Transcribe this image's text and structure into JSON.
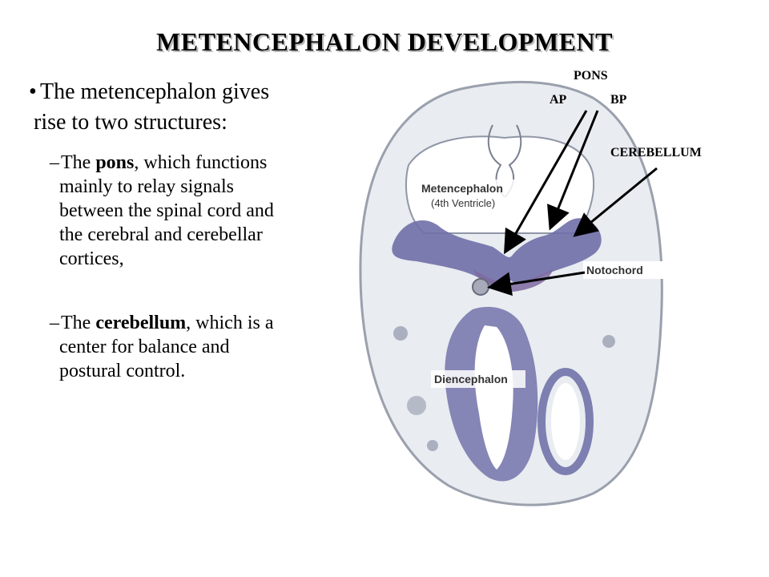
{
  "slide": {
    "title": "METENCEPHALON DEVELOPMENT",
    "bullet": "The metencephalon gives rise to two structures:",
    "bullet_line1": "The metencephalon gives",
    "bullet_line2": "rise to two structures:",
    "sub1": {
      "pre": "The ",
      "bold": "pons",
      "line1_rest": ", which functions",
      "line2": "mainly to relay signals",
      "line3": "between the spinal cord and",
      "line4": "the cerebral and cerebellar",
      "line5": "cortices,"
    },
    "sub2": {
      "pre": "The ",
      "bold": "cerebellum",
      "line1_rest": ", which is a",
      "line2": "center for balance and",
      "line3": "postural control."
    }
  },
  "figure": {
    "labels": {
      "pons": "PONS",
      "ap": "AP",
      "bp": "BP",
      "cerebellum": "CEREBELLUM"
    },
    "image_labels": {
      "metencephalon": "Metencephalon",
      "ventricle": "(4th Ventricle)",
      "notochord": "Notochord",
      "diencephalon": "Diencephalon"
    },
    "colors": {
      "tissue_bg": "#e6e9ee",
      "stain": "#6f6fa8",
      "arrow": "#000000"
    }
  }
}
